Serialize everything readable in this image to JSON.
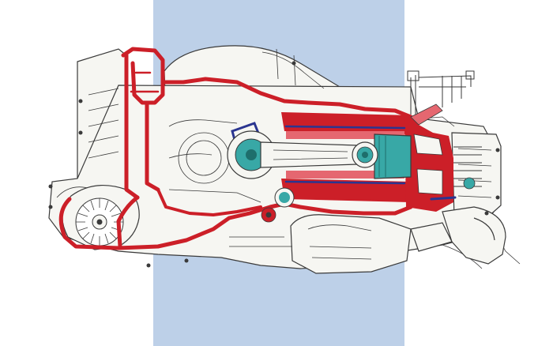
{
  "colors": {
    "page_background": "#ffffff",
    "band": "#bdd0e8",
    "line": "#3a3a3a",
    "cutaway_red": "#cc1f28",
    "cutaway_red_light": "#e56770",
    "bearing_teal": "#38a8a6",
    "seal_blue": "#2a3590",
    "casting_fill": "#f6f6f2"
  },
  "parts": [
    {
      "key": "engine-housing",
      "label": ""
    },
    {
      "key": "cooling-fan",
      "label": ""
    },
    {
      "key": "crankshaft",
      "label": ""
    },
    {
      "key": "connecting-rod",
      "label": ""
    },
    {
      "key": "piston",
      "label": ""
    },
    {
      "key": "cylinder-liner",
      "label": ""
    },
    {
      "key": "cylinder-head",
      "label": ""
    },
    {
      "key": "camshaft",
      "label": ""
    },
    {
      "key": "oil-passage",
      "label": ""
    },
    {
      "key": "exhaust-pipe",
      "label": ""
    }
  ]
}
